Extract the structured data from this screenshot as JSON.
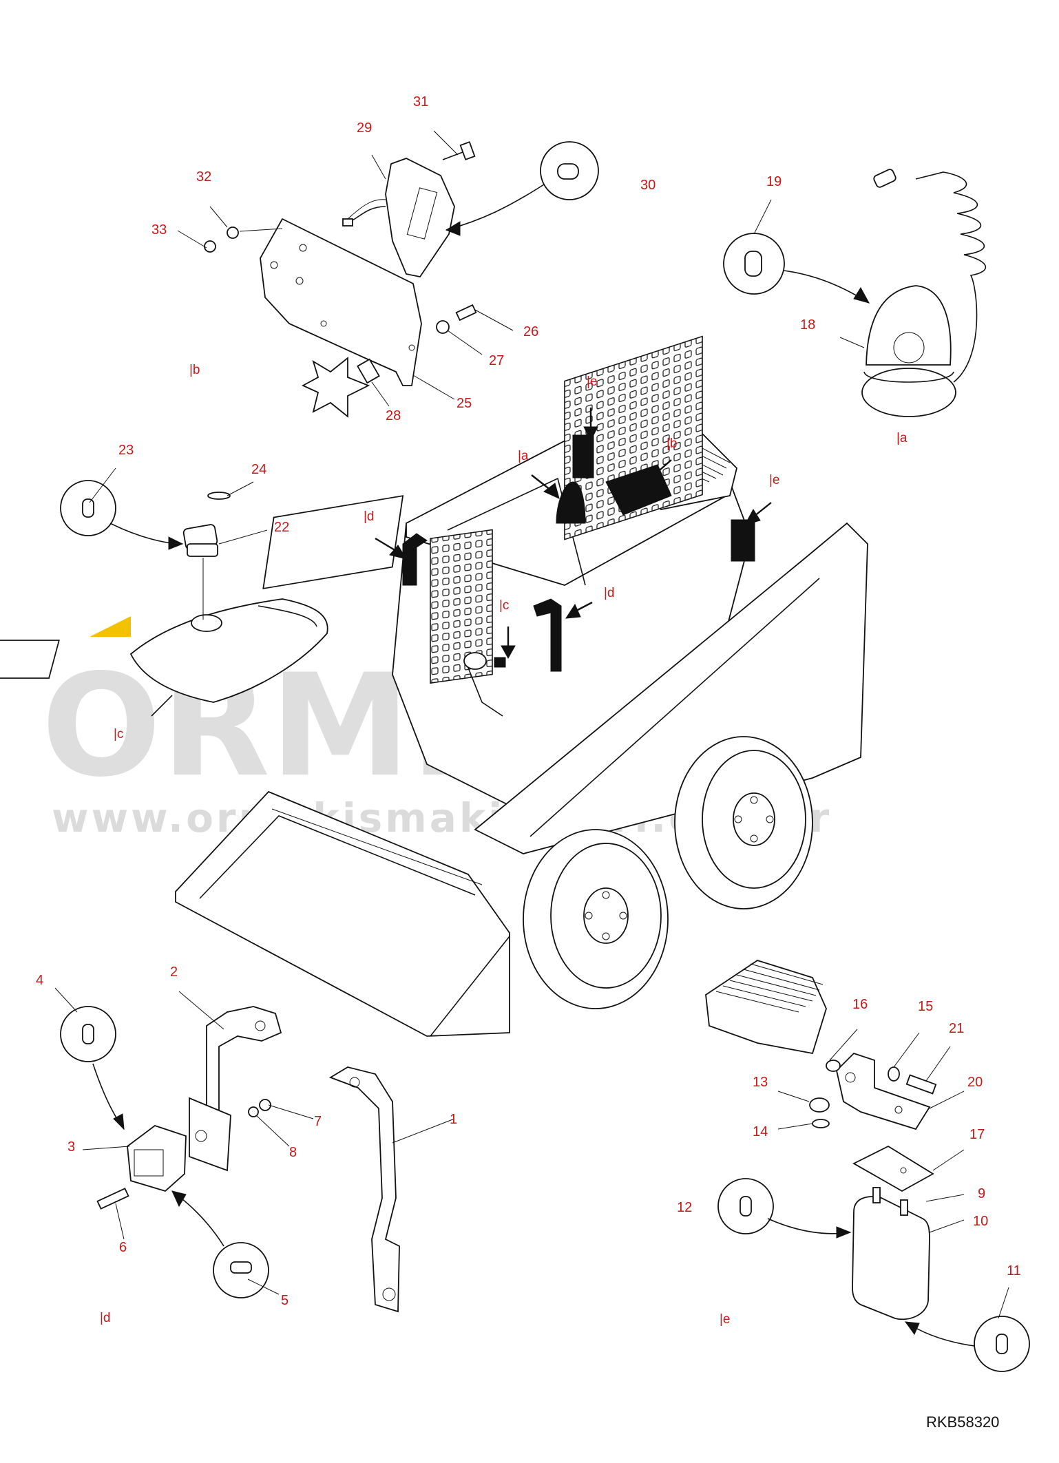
{
  "watermark": {
    "brand": "ORMEK",
    "url": "www.ormekismakinalari.com.tr",
    "accent_color": "#f2c200"
  },
  "figure_ref": "RKB58320",
  "part_numbers": {
    "p1": "1",
    "p2": "2",
    "p3": "3",
    "p4": "4",
    "p5": "5",
    "p6": "6",
    "p7": "7",
    "p8": "8",
    "p9": "9",
    "p10": "10",
    "p11": "11",
    "p12": "12",
    "p13": "13",
    "p14": "14",
    "p15": "15",
    "p16": "16",
    "p17": "17",
    "p18": "18",
    "p19": "19",
    "p20": "20",
    "p21": "21",
    "p22": "22",
    "p23": "23",
    "p24": "24",
    "p25": "25",
    "p26": "26",
    "p27": "27",
    "p28": "28",
    "p29": "29",
    "p30": "30",
    "p31": "31",
    "p32": "32",
    "p33": "33"
  },
  "section_labels": {
    "a_detail": "|a",
    "b_detail": "|b",
    "c_detail": "|c",
    "d_detail": "|d",
    "e_detail": "|e",
    "a_machine": "|a",
    "b_machine": "|b",
    "c_machine": "|c",
    "d_machine": "|d",
    "e_machine_top": "|e",
    "e_machine_right": "|e"
  },
  "colors": {
    "callout_text": "#c81818",
    "line_art": "#111111",
    "watermark": "#d3d3d3"
  }
}
